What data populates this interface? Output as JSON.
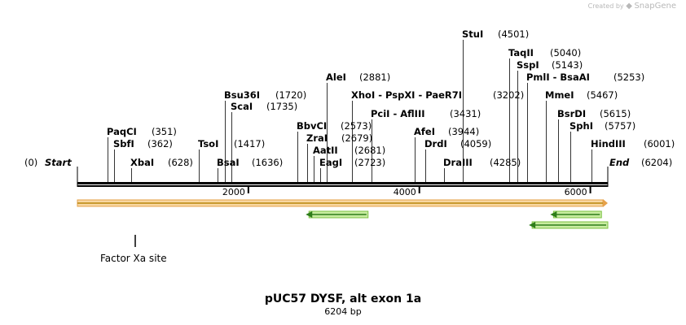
{
  "branding": {
    "created_by": "Created by",
    "app_name": "SnapGene"
  },
  "plasmid": {
    "name": "pUC57 DYSF, alt exon 1a",
    "length_label": "6204 bp",
    "length": 6204
  },
  "ends": {
    "start": {
      "name": "Start",
      "pos_label": "(0)",
      "pos": 0
    },
    "end": {
      "name": "End",
      "pos_label": "(6204)",
      "pos": 6204
    }
  },
  "axis": {
    "ticks": [
      {
        "value": 2000,
        "label": "2000"
      },
      {
        "value": 4000,
        "label": "4000"
      },
      {
        "value": 6000,
        "label": "6000"
      }
    ]
  },
  "sites": [
    {
      "name": "PaqCI",
      "pos": 351,
      "pos_label": "(351)"
    },
    {
      "name": "SbfI",
      "pos": 362,
      "pos_label": "(362)"
    },
    {
      "name": "XbaI",
      "pos": 628,
      "pos_label": "(628)"
    },
    {
      "name": "TsoI",
      "pos": 1417,
      "pos_label": "(1417)"
    },
    {
      "name": "Bsu36I",
      "pos": 1720,
      "pos_label": "(1720)"
    },
    {
      "name": "ScaI",
      "pos": 1735,
      "pos_label": "(1735)"
    },
    {
      "name": "BsaI",
      "pos": 1636,
      "pos_label": "(1636)"
    },
    {
      "name": "BbvCI",
      "pos": 2573,
      "pos_label": "(2573)"
    },
    {
      "name": "ZraI",
      "pos": 2679,
      "pos_label": "(2679)"
    },
    {
      "name": "AatII",
      "pos": 2681,
      "pos_label": "(2681)"
    },
    {
      "name": "EagI",
      "pos": 2723,
      "pos_label": "(2723)"
    },
    {
      "name": "AleI",
      "pos": 2881,
      "pos_label": "(2881)"
    },
    {
      "name": "XhoI - PspXI - PaeR7I",
      "pos": 3202,
      "pos_label": "(3202)"
    },
    {
      "name": "PciI - AflIII",
      "pos": 3431,
      "pos_label": "(3431)"
    },
    {
      "name": "AfeI",
      "pos": 3944,
      "pos_label": "(3944)"
    },
    {
      "name": "DrdI",
      "pos": 4059,
      "pos_label": "(4059)"
    },
    {
      "name": "DraIII",
      "pos": 4285,
      "pos_label": "(4285)"
    },
    {
      "name": "StuI",
      "pos": 4501,
      "pos_label": "(4501)"
    },
    {
      "name": "TaqII",
      "pos": 5040,
      "pos_label": "(5040)"
    },
    {
      "name": "SspI",
      "pos": 5143,
      "pos_label": "(5143)"
    },
    {
      "name": "PmlI - BsaAI",
      "pos": 5253,
      "pos_label": "(5253)"
    },
    {
      "name": "MmeI",
      "pos": 5467,
      "pos_label": "(5467)"
    },
    {
      "name": "BsrDI",
      "pos": 5615,
      "pos_label": "(5615)"
    },
    {
      "name": "SphI",
      "pos": 5757,
      "pos_label": "(5757)"
    },
    {
      "name": "HindIII",
      "pos": 6001,
      "pos_label": "(6001)"
    }
  ],
  "features": {
    "orange_bar": {
      "start": 0,
      "end": 6204,
      "direction": "forward",
      "color": "#f3b15d"
    },
    "green_arrows": [
      {
        "start": 2690,
        "end": 3400,
        "direction": "reverse",
        "color": "#8fd14f"
      },
      {
        "start": 5550,
        "end": 6130,
        "direction": "reverse",
        "color": "#8fd14f"
      },
      {
        "start": 5300,
        "end": 6204,
        "direction": "reverse",
        "color": "#8fd14f"
      }
    ],
    "marker": {
      "label": "Factor Xa site",
      "pos": 680
    }
  }
}
